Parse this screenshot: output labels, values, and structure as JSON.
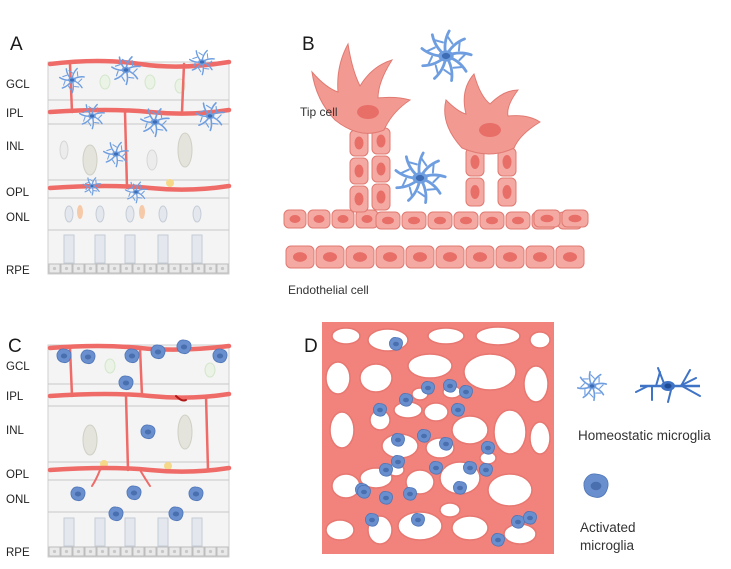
{
  "panels": {
    "a": {
      "letter": "A",
      "layers": [
        "GCL",
        "IPL",
        "INL",
        "OPL",
        "ONL",
        "RPE"
      ]
    },
    "b": {
      "letter": "B",
      "tip_cell": "Tip cell",
      "endothelial_cell": "Endothelial cell"
    },
    "c": {
      "letter": "C",
      "layers": [
        "GCL",
        "IPL",
        "INL",
        "OPL",
        "ONL",
        "RPE"
      ]
    },
    "d": {
      "letter": "D"
    }
  },
  "legend": {
    "homeostatic": "Homeostatic microglia",
    "activated_line1": "Activated",
    "activated_line2": "microglia"
  },
  "colors": {
    "vessel": "#ee6b68",
    "vessel_light": "#f5a9a3",
    "microglia_homeostatic": "#6f9ee0",
    "microglia_activated": "#6a8fcf",
    "layer_bg": "#f2f2f2",
    "layer_line": "#bdbdbd"
  }
}
